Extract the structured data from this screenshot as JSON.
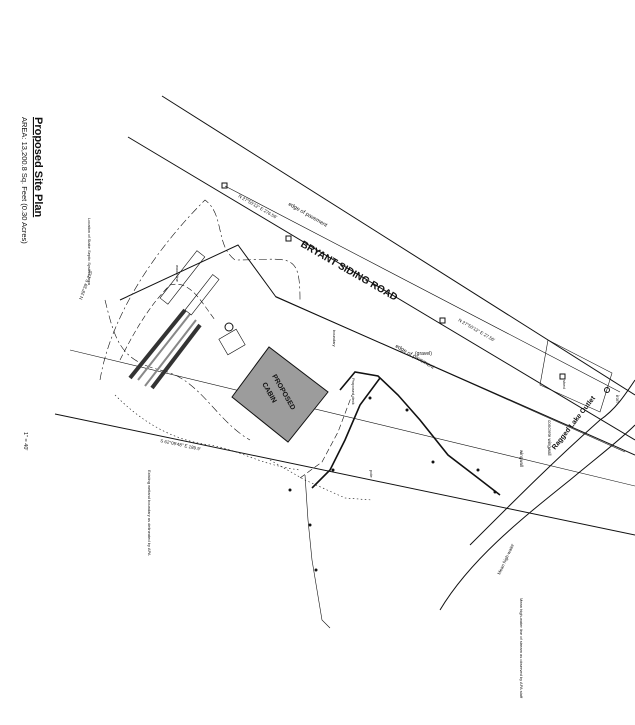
{
  "plan": {
    "title": "Proposed Site Plan",
    "area": "AREA: 13,200.8 Sq. Feet (0.30 Acres)",
    "scale": "1\" = 40'"
  },
  "labels": {
    "road": "BRYANT SIDING ROAD",
    "cabin_line1": "PROPOSED",
    "cabin_line2": "CABIN",
    "edge_pavement_1": "edge of pavement",
    "edge_pavement_2": "edge of pavement",
    "bearing_1": "N 27°50'12\" E 276.56'",
    "bearing_2": "N 27°50'12\" E 27.56'",
    "bearing_west": "N 28°39' E 215'",
    "bearing_south": "S 62°09'48\" E 189.9'",
    "gravel": "(gravel)",
    "lake": "Ragged Lake Outlet",
    "mean_high_water": "Mean high-water",
    "high_water_note": "Mean high-water line of stream as observed by APA staff",
    "shed": "shed",
    "concrete_wingwall": "concrete wingwall",
    "wingwall": "wingwall",
    "iron": "iron",
    "electric_pole": "pole",
    "wood_line": "wood line",
    "boundary_stake": "boundary",
    "misc_note_a": "Location of Stake Septic System Area",
    "misc_note_b": "Existing wetland boundary as delineated by APA",
    "misc_note_c": "Proposed deck"
  }
}
